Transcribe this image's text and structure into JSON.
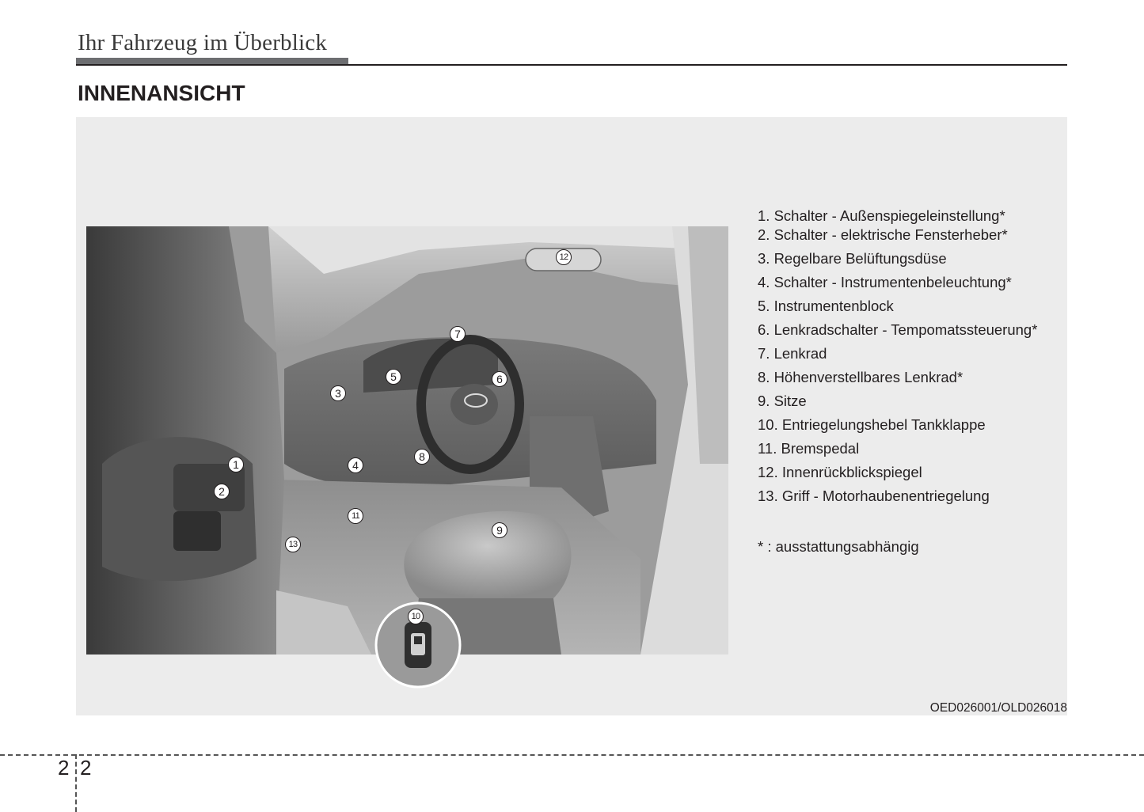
{
  "header": {
    "chapter_title": "Ihr Fahrzeug im Überblick",
    "section_title": "INNENANSICHT"
  },
  "illustration": {
    "callouts": [
      "1",
      "2",
      "3",
      "4",
      "5",
      "6",
      "7",
      "8",
      "9",
      "10",
      "11",
      "12",
      "13"
    ],
    "image_code": "OED026001/OLD026018"
  },
  "legend": {
    "items": [
      "1. Schalter - Außenspiegeleinstellung*",
      "2. Schalter - elektrische Fensterheber*",
      "3. Regelbare Belüftungsdüse",
      "4. Schalter - Instrumentenbeleuchtung*",
      "5. Instrumentenblock",
      "6. Lenkradschalter - Tempomatssteuerung*",
      "7. Lenkrad",
      "8. Höhenverstellbares Lenkrad*",
      "9. Sitze",
      "10. Entriegelungshebel Tankklappe",
      "11. Bremspedal",
      "12. Innenrückblickspiegel",
      "13. Griff - Motorhaubenentriegelung"
    ],
    "note": "* : ausstattungsabhängig"
  },
  "footer": {
    "chapter_number": "2",
    "page_number": "2"
  }
}
